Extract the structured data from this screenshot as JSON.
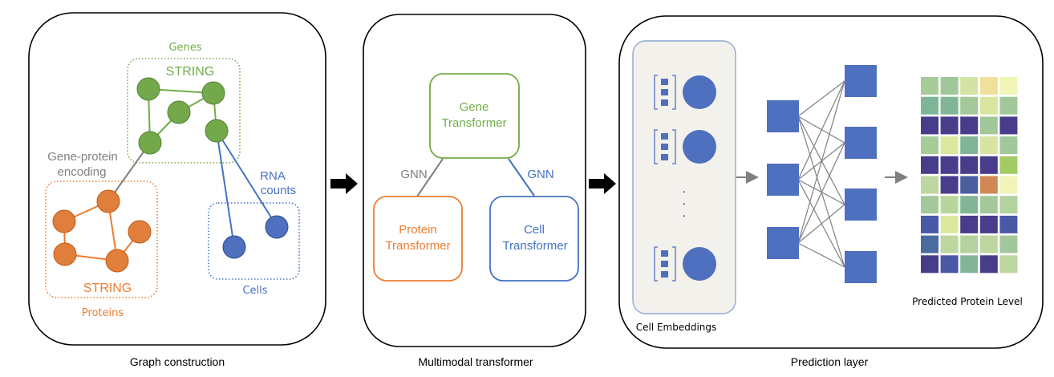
{
  "colors": {
    "green": "#70ad47",
    "green_node": "#73a84b",
    "green_stroke": "#548235",
    "orange": "#ed7d31",
    "orange_node": "#e07e3c",
    "orange_stroke": "#c55a11",
    "blue": "#4472c4",
    "blue_node": "#4f6fbf",
    "blue_stroke": "#2f4f8f",
    "gray": "#808080",
    "black": "#000000",
    "nn_blue": "#4f70be",
    "embed_bg": "#f3f1ec",
    "embed_border": "#8fa6cf"
  },
  "panels": {
    "graph": {
      "caption": "Graph construction",
      "genes_label": "Genes",
      "genes_db": "STRING",
      "proteins_label": "Proteins",
      "proteins_db": "STRING",
      "cells_label": "Cells",
      "gene_protein_line1": "Gene-protein",
      "gene_protein_line2": "encoding",
      "rna_line1": "RNA",
      "rna_line2": "counts"
    },
    "transformer": {
      "caption": "Multimodal transformer",
      "gene_line1": "Gene",
      "gene_line2": "Transformer",
      "protein_line1": "Protein",
      "protein_line2": "Transformer",
      "cell_line1": "Cell",
      "cell_line2": "Transformer",
      "gnn_left": "GNN",
      "gnn_right": "GNN"
    },
    "prediction": {
      "caption": "Prediction layer",
      "embeddings_label": "Cell Embeddings",
      "ellipsis": ":",
      "heatmap_label": "Predicted Protein Level",
      "heatmap": [
        [
          "#a8cc99",
          "#9fc79a",
          "#d3e3a3",
          "#efe19a",
          "#f1f5b8"
        ],
        [
          "#7fb597",
          "#81b597",
          "#a5c89a",
          "#d8e6a0",
          "#a2c79a"
        ],
        [
          "#483d8b",
          "#483d8b",
          "#483d8b",
          "#a2c79a",
          "#483d8b"
        ],
        [
          "#a8cc99",
          "#dbe8a0",
          "#80b597",
          "#d8e5a2",
          "#a2c79a"
        ],
        [
          "#483d8b",
          "#483d8b",
          "#483d8b",
          "#483d8b",
          "#a3cb64"
        ],
        [
          "#bed6a0",
          "#483d8b",
          "#4b5e9e",
          "#d18855",
          "#f1f5b8"
        ],
        [
          "#a5c89a",
          "#b8d59e",
          "#82b597",
          "#a5c89a",
          "#b3d29e"
        ],
        [
          "#4a58a8",
          "#dbe8a0",
          "#483d8b",
          "#483d8b",
          "#4a58a8"
        ],
        [
          "#4b6aa0",
          "#bed6a0",
          "#b3d29e",
          "#bed6a0",
          "#a2c79a"
        ],
        [
          "#483d8b",
          "#4a58a8",
          "#82b597",
          "#483d8b",
          "#bed6a0"
        ]
      ]
    }
  }
}
